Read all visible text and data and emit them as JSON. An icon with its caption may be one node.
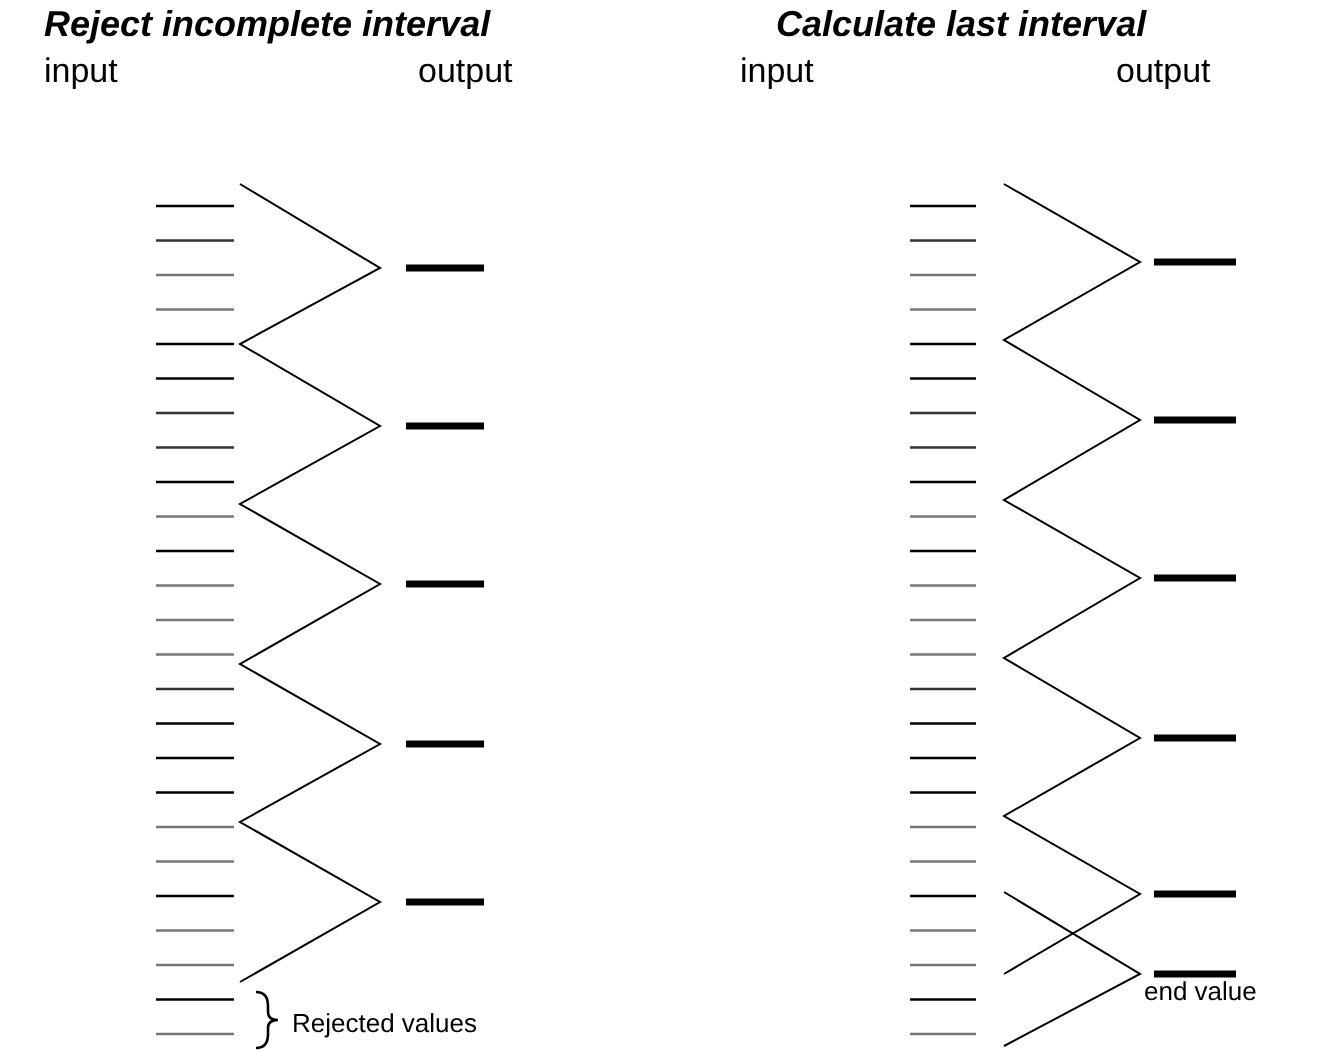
{
  "diagram": {
    "labels": [
      "Reject incomplete interval",
      "Calculate last interval",
      "input",
      "output",
      "input",
      "output",
      "Rejected values",
      "end value"
    ]
  }
}
